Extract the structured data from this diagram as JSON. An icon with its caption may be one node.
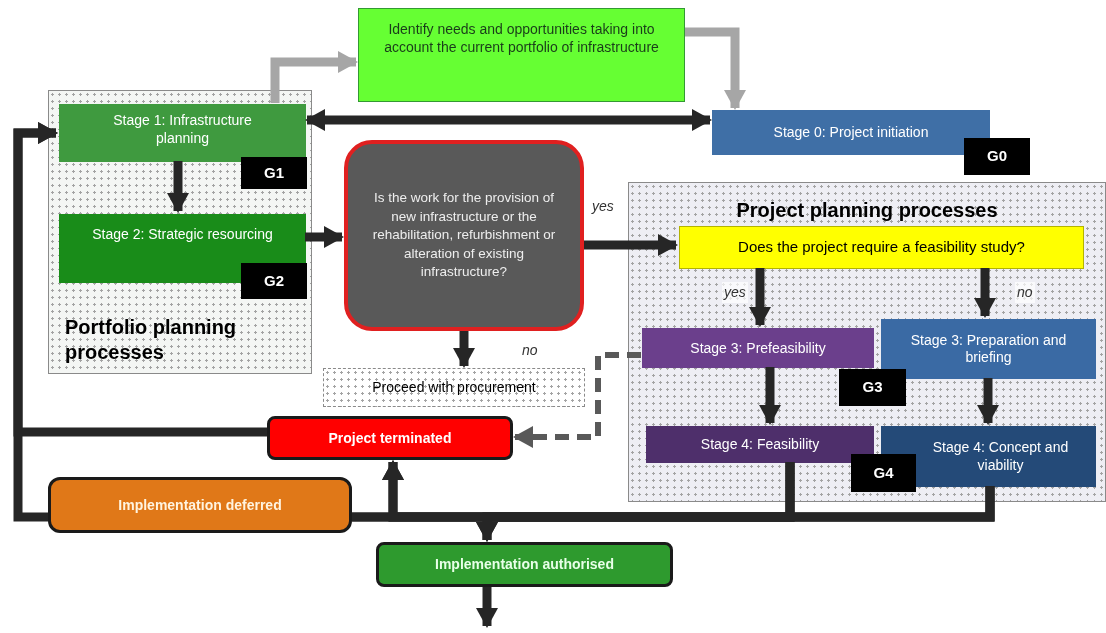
{
  "diagram": {
    "nodes": [
      {
        "text": [
          "Portfolio planning processes"
        ]
      },
      {
        "text": [
          "Stage 1: Infrastructure planning"
        ],
        "in": 0
      },
      {
        "text": [
          "G1"
        ],
        "in": 0
      },
      {
        "text": [
          "Stage 2: Strategic resourcing"
        ],
        "in": 0
      },
      {
        "text": [
          "G2"
        ],
        "in": 0
      },
      {
        "text": [
          "Identify needs and opportunities taking into account the current portfolio of infrastructure"
        ]
      },
      {
        "text": [
          "Stage 0: Project initiation"
        ]
      },
      {
        "text": [
          "G0"
        ]
      },
      {
        "text": [
          "Is the work for the provision of new infrastructure or the rehabilitation, refurbishment or alteration of existing infrastructure?"
        ]
      },
      {
        "text": [
          "Project planning processes"
        ]
      },
      {
        "text": [
          "Does the project require a feasibility study?"
        ],
        "in": 9
      },
      {
        "text": [
          "Stage 3: Prefeasibility"
        ],
        "in": 9
      },
      {
        "text": [
          "Stage 3: Preparation and briefing"
        ],
        "in": 9
      },
      {
        "text": [
          "G3"
        ],
        "in": 9
      },
      {
        "text": [
          "Stage 4: Feasibility"
        ],
        "in": 9
      },
      {
        "text": [
          "Stage 4: Concept and viability"
        ],
        "in": 9
      },
      {
        "text": [
          "G4"
        ],
        "in": 9
      },
      {
        "text": [
          "Proceed with procurement"
        ]
      },
      {
        "text": [
          "Project terminated"
        ]
      },
      {
        "text": [
          "Implementation deferred"
        ]
      },
      {
        "text": [
          "Implementation authorised"
        ]
      }
    ],
    "edges": [
      {
        "from": 1,
        "to": 5,
        "arrow": "to",
        "color": "#a6a6a6"
      },
      {
        "from": 5,
        "to": 6,
        "arrow": "to",
        "color": "#a6a6a6"
      },
      {
        "from": 1,
        "to": 6,
        "arrow": "both"
      },
      {
        "from": 1,
        "to": 3,
        "arrow": "to"
      },
      {
        "from": 3,
        "to": 8,
        "arrow": "to"
      },
      {
        "from": 8,
        "to": 10,
        "arrow": "to",
        "label": "yes"
      },
      {
        "from": 8,
        "to": 17,
        "arrow": "to",
        "label": "no"
      },
      {
        "from": 10,
        "to": 11,
        "arrow": "to",
        "label": "yes"
      },
      {
        "from": 10,
        "to": 12,
        "arrow": "to",
        "label": "no"
      },
      {
        "from": 11,
        "to": 14,
        "arrow": "to"
      },
      {
        "from": 12,
        "to": 15,
        "arrow": "to"
      },
      {
        "from": 11,
        "to": 18,
        "arrow": "to",
        "style": "dashed",
        "color": "#595959"
      },
      {
        "from": 14,
        "to": 18,
        "arrow": "to"
      },
      {
        "from": 14,
        "to": 20,
        "arrow": "to"
      },
      {
        "from": 15,
        "to": 18,
        "arrow": "to"
      },
      {
        "from": 15,
        "to": 20,
        "arrow": "to"
      },
      {
        "from": 14,
        "to": 19,
        "arrow": "none"
      },
      {
        "from": 15,
        "to": 19,
        "arrow": "none"
      },
      {
        "from": 19,
        "to": 1,
        "arrow": "to"
      },
      {
        "from": 18,
        "to": 1,
        "arrow": "to"
      },
      {
        "from": 20,
        "to": null,
        "arrow": "to"
      }
    ]
  }
}
